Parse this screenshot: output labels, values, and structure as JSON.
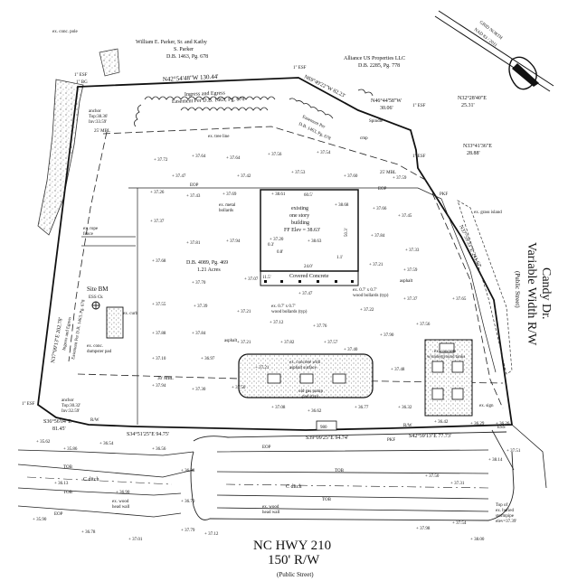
{
  "north_arrow": {
    "text1": "GRID NORTH",
    "text2": "NAD 83 / 2011"
  },
  "owners": {
    "parker": [
      "William E. Parker, Sr. and Kathy",
      "S. Parker",
      "D.B. 1463, Pg. 678"
    ],
    "alliance": [
      "Alliance US Properties LLC",
      "D.B. 2285, Pg. 778"
    ]
  },
  "bearings": {
    "north": "N42°54'48\"W 130.44'",
    "nw_a": "N69°49'22\"W 82.23'",
    "nw_b": "N46°44'58\"W",
    "nw_b_dist": "30.06'",
    "ne1": "N32°28'40\"E",
    "ne1_dist": "25.31'",
    "ne2": "N33°41'36\"E",
    "ne2_dist": "28.88'",
    "west": "N37°09'13\"E 202.78'",
    "east": "N37°59'33\"E 241.67'",
    "sw": "S36°56'04\"E",
    "sw_dist": "81.45'",
    "s1": "S34°51'25\"E 94.75'",
    "s2": "S39°09'25\"E 94.74'",
    "s3": "S42°59'13\"E 77.73'"
  },
  "labels": {
    "easement": [
      "Ingress and Egress",
      "Easement Per D.B. 1463, Pg. 678"
    ],
    "easement_ne": [
      "Easement Per",
      "D.B. 1463, Pg. 678"
    ],
    "building": [
      "existing",
      "one story",
      "building",
      "FF Elev = 38.63'"
    ],
    "deed": [
      "D.B. 4089, Pg. 469",
      "1.21 Acres"
    ],
    "site_bm": [
      "Site BM",
      "ESS Ck"
    ],
    "covered": "Covered Concrete",
    "asphalt": "asphalt",
    "mbl": "25' MBL",
    "mbl_30": "30' MBL",
    "dim_605": "60.5'",
    "dim_503": "50.3'",
    "dim_240": "24.0'",
    "dim_115": "11.5'",
    "dim_11": "1.1'",
    "dim_03": "0.3'",
    "dim_08": "0.8'",
    "anchor_top": [
      "anchor",
      "Top:38.36'",
      "Inv:33.59'"
    ],
    "anchor_bot": [
      "anchor",
      "Top:30.32'",
      "Inv:32.59'"
    ],
    "spindle": "Spindle",
    "cmp": "cmp",
    "esf_a": "1\" ESF",
    "esf_b": "1\" BG",
    "tree_line": "ex. tree line",
    "rock_fence": [
      "ex. rope",
      "fence"
    ],
    "curb": "ex. curb",
    "conc_pad": [
      "ex. conc.",
      "dumpster pad"
    ],
    "wood_bollards": [
      "ex. 0.7' x 0.7'",
      "wood bollards (typ)"
    ],
    "metal_bollards": [
      "ex. metal",
      "bollards"
    ],
    "island": [
      "ex. concrete with",
      "asphalt surface"
    ],
    "grass_island": "ex. grass island",
    "gas_pump": [
      "old gas pump",
      "pad (typ)"
    ],
    "canopy": [
      "ex. concrete",
      "w/underground tanks"
    ],
    "sign": "ex. sign",
    "tob": "TOB",
    "eop": "EOP",
    "pkf": "PKF",
    "ditch": "C ditch",
    "ex_wood": [
      "ex. wood",
      "head wall"
    ],
    "rw": "R/W",
    "conc_pole": "ex. conc. pole",
    "buried_pipe": [
      "Top of",
      "ex. buried",
      "stormpipe",
      "elev=37.39'"
    ],
    "sign_980": "980",
    "ess": "ESS"
  },
  "roads": {
    "candy": [
      "Candy Dr.",
      "Variable Width R/W",
      "(Public Street)"
    ],
    "nc210": [
      "NC HWY 210",
      "150' R/W",
      "(Public Street)"
    ]
  },
  "spot_elevations": [
    "37.72",
    "37.64",
    "37.64",
    "37.56",
    "37.54",
    "37.47",
    "37.42",
    "37.53",
    "37.60",
    "37.59",
    "37.26",
    "37.43",
    "37.69",
    "38.61",
    "38.68",
    "37.66",
    "37.45",
    "37.37",
    "37.81",
    "37.94",
    "37.20",
    "38.63",
    "37.84",
    "37.33",
    "37.68",
    "37.70",
    "37.07",
    "37.47",
    "37.21",
    "37.59",
    "37.55",
    "37.39",
    "37.21",
    "37.12",
    "37.76",
    "37.22",
    "37.37",
    "37.65",
    "37.88",
    "37.84",
    "37.21",
    "37.82",
    "37.57",
    "37.90",
    "37.56",
    "37.10",
    "36.97",
    "37.21",
    "37.40",
    "37.48",
    "37.94",
    "37.30",
    "37.50",
    "37.08",
    "36.62",
    "36.77",
    "36.32",
    "36.42",
    "36.29",
    "36.26",
    "35.62",
    "35.86",
    "36.54",
    "36.56",
    "36.38",
    "36.13",
    "36.90",
    "36.70",
    "35.90",
    "36.78",
    "37.01",
    "37.79",
    "37.12",
    "37.98",
    "37.54",
    "38.00",
    "38.14",
    "37.51",
    "37.50",
    "37.31"
  ]
}
